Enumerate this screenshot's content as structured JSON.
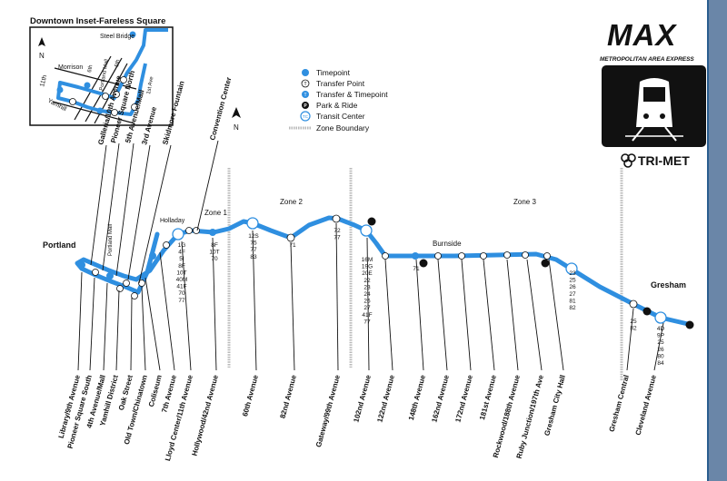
{
  "inset": {
    "title": "Downtown Inset-Fareless Square",
    "north": "N",
    "labels": [
      "Steel Bridge",
      "Morrison",
      "11th",
      "Yamhill",
      "6th",
      "Portland Mall",
      "5th",
      "1st Ave"
    ]
  },
  "main_north": "N",
  "legend": {
    "items": [
      {
        "key": "timepoint",
        "label": "Timepoint"
      },
      {
        "key": "transfer",
        "label": "Transfer Point",
        "symbol": "T"
      },
      {
        "key": "transfer_timepoint",
        "label": "Transfer & Timepoint",
        "symbol": "T"
      },
      {
        "key": "park_ride",
        "label": "Park & Ride",
        "symbol": "P"
      },
      {
        "key": "transit_center",
        "label": "Transit Center",
        "symbol": "TC"
      },
      {
        "key": "zone_boundary",
        "label": "Zone Boundary"
      }
    ]
  },
  "brand": {
    "name": "MAX",
    "subtitle": "METROPOLITAN AREA EXPRESS",
    "agency": "TRI-MET"
  },
  "places": {
    "portland": "Portland",
    "gresham": "Gresham",
    "burnside": "Burnside",
    "holladay": "Holladay"
  },
  "zones": [
    "Zone 1",
    "Zone 2",
    "Zone 3"
  ],
  "stations_top": [
    "Galleria/10th Avenue",
    "Pioneer Square North",
    "5th Avenue/Mall",
    "3rd Avenue",
    "Skidmore Fountain",
    "Convention Center"
  ],
  "stations_bottom": [
    "Library/9th Avenue",
    "Pioneer Square South",
    "4th Avenue/Mall",
    "Yamhill District",
    "Oak Street",
    "Old Town/Chinatown",
    "Coliseum",
    "7th Avenue",
    "Lloyd Center/11th Avenue",
    "Hollywood/42nd Avenue",
    "60th Avenue",
    "82nd Avenue",
    "Gateway/99th Avenue",
    "102nd Avenue",
    "122nd Avenue",
    "148th Avenue",
    "162nd Avenue",
    "172nd Avenue",
    "181st Avenue",
    "Rockwood/188th Avenue",
    "Ruby Junction/197th Ave",
    "Gresham City Hall",
    "Gresham Central",
    "Cleveland Avenue"
  ],
  "portland_mall_label": "Portland Mall",
  "route_lists": [
    [
      "1G",
      "4F",
      "5I",
      "8F",
      "10T",
      "40M",
      "41F",
      "70",
      "77"
    ],
    [
      "8F",
      "10T",
      "70"
    ],
    [
      "12S",
      "75",
      "77",
      "83"
    ],
    [
      "71"
    ],
    [
      "72",
      "77"
    ],
    [
      "16M",
      "19G",
      "20E",
      "22",
      "23",
      "24",
      "26",
      "27",
      "41F",
      "77"
    ],
    [
      "71"
    ],
    [
      "23",
      "25",
      "26",
      "27",
      "81",
      "82"
    ],
    [
      "25",
      "82"
    ],
    [
      "4D",
      "9P",
      "25",
      "26",
      "80",
      "84"
    ]
  ],
  "colors": {
    "line": "#2f8fe0",
    "ink": "#111111",
    "zone_boundary": "#b9b9b9",
    "frame": "#2a5d8f"
  }
}
